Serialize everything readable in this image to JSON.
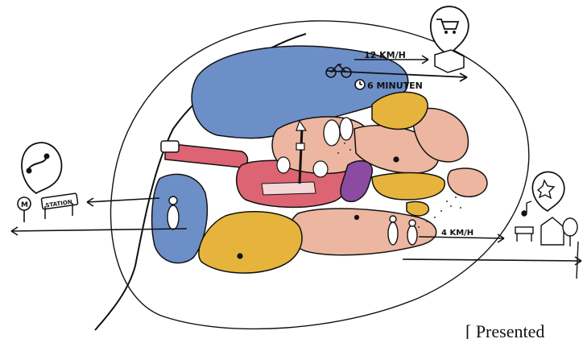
{
  "labels": {
    "bike_speed": "12 KM/H",
    "bike_time": "6 MINUTEN",
    "walk_speed": "4 KM/H",
    "station": "STATION",
    "metro_letter": "M",
    "caption": "[ Presented"
  },
  "colors": {
    "water": "#6d8fc8",
    "ochre": "#e6b43c",
    "salmon": "#ecb6a0",
    "red": "#dd6472",
    "purple": "#8b4ba0",
    "ink": "#111111"
  },
  "icons": [
    "bicycle-icon",
    "clock-icon",
    "shopping-cart-icon",
    "metro-icon",
    "pedestrian-icon",
    "music-note-icon",
    "bench-icon",
    "tower-icon",
    "tree-icon",
    "star-burst-icon"
  ]
}
